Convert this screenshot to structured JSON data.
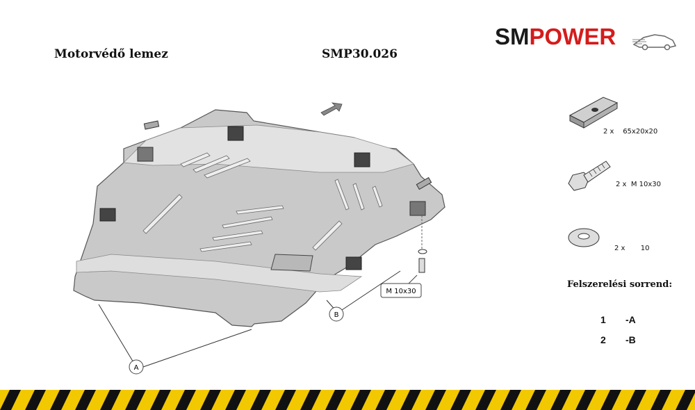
{
  "header": {
    "product_name": "Motorvédő lemez",
    "product_code": "SMP30.026"
  },
  "logo": {
    "text_sm": "SM",
    "text_power": "POWER",
    "accent_color": "#d41c1c"
  },
  "diagram": {
    "callout_a": "A",
    "callout_b": "B",
    "bolt_label": "M 10x30",
    "arrow_icon": "front-direction-arrow-icon"
  },
  "parts": [
    {
      "icon": "plate-nut-icon",
      "qty": "2 x",
      "spec": "65x20x20"
    },
    {
      "icon": "bolt-icon",
      "qty": "2 x",
      "spec": "M 10x30"
    },
    {
      "icon": "washer-icon",
      "qty": "2 x",
      "spec": "10"
    }
  ],
  "installation": {
    "title": "Felszerelési sorrend:",
    "steps": [
      {
        "num": "1",
        "label": "-A"
      },
      {
        "num": "2",
        "label": "-B"
      }
    ]
  },
  "colors": {
    "plate_fill": "#c9c9c9",
    "plate_light": "#e2e2e2",
    "stripe_yellow": "#f2c800",
    "stripe_black": "#111111"
  }
}
